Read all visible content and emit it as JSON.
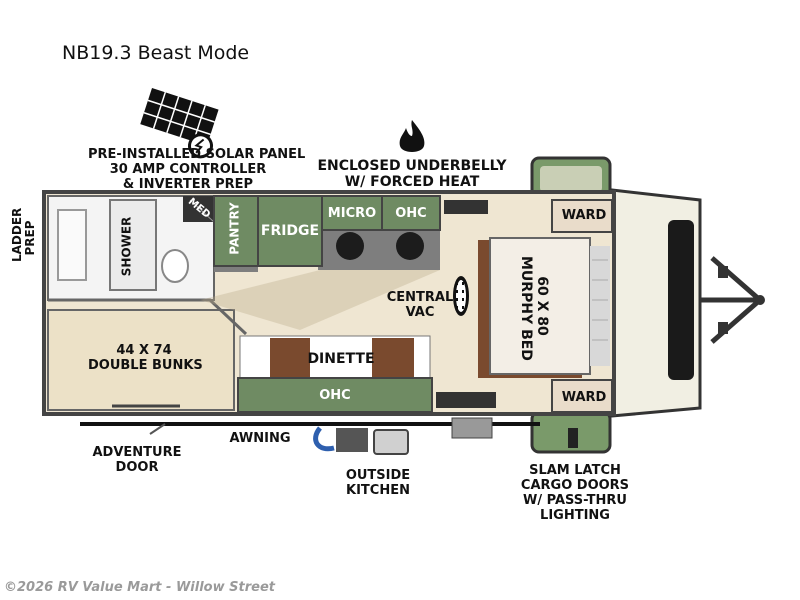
{
  "title": "NB19.3 Beast Mode",
  "callouts": {
    "solar": [
      "PRE-INSTALLED SOLAR PANEL",
      "30 AMP CONTROLLER",
      "& INVERTER PREP"
    ],
    "underbelly": [
      "ENCLOSED UNDERBELLY",
      "W/ FORCED HEAT"
    ],
    "ladder": [
      "LADDER",
      "PREP"
    ],
    "adventure_door": [
      "ADVENTURE",
      "DOOR"
    ],
    "awning": "AWNING",
    "outside_kitchen": [
      "OUTSIDE",
      "KITCHEN"
    ],
    "cargo_doors": [
      "SLAM LATCH",
      "CARGO DOORS",
      "W/ PASS-THRU",
      "LIGHTING"
    ]
  },
  "rooms": {
    "med": "MED",
    "shower": "SHOWER",
    "pantry": "PANTRY",
    "fridge": "FRIDGE",
    "micro": "MICRO",
    "ohc_top": "OHC",
    "central_vac": [
      "CENTRAL",
      "VAC"
    ],
    "bunks": [
      "44 X 74",
      "DOUBLE BUNKS"
    ],
    "dinette": "DINETTE",
    "ohc_bottom": "OHC",
    "ward_top": "WARD",
    "ward_bottom": "WARD",
    "murphy_bed": [
      "60 X 80",
      "MURPHY BED"
    ]
  },
  "icons": [
    "solar-panel-icon",
    "flame-icon",
    "footprint-icon"
  ],
  "colors": {
    "cabinet_green": "#6f8b63",
    "wood_brown": "#7a4a2e",
    "floor_tan": "#efe6d2",
    "wall_gray": "#5a5a5a"
  },
  "watermark": "©2026 RV Value Mart - Willow Street"
}
